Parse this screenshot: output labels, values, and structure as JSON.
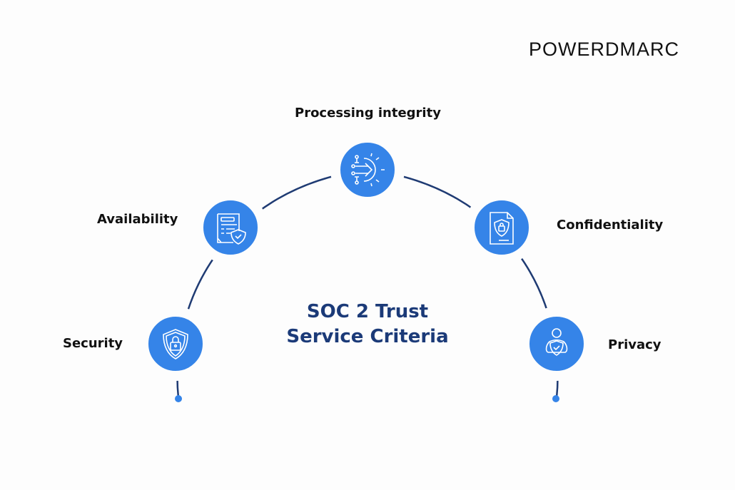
{
  "logo": {
    "text": "POWERDMARC"
  },
  "title": {
    "line1": "SOC 2 Trust",
    "line2": "Service Criteria"
  },
  "criteria": [
    {
      "label": "Security",
      "icon": "shield-lock-icon"
    },
    {
      "label": "Availability",
      "icon": "document-shield-icon"
    },
    {
      "label": "Processing integrity",
      "icon": "gear-circuit-icon"
    },
    {
      "label": "Confidentiality",
      "icon": "document-lock-icon"
    },
    {
      "label": "Privacy",
      "icon": "person-shield-icon"
    }
  ],
  "colors": {
    "circle": "#3584e8",
    "line": "#1f3b73",
    "title": "#1b3a78"
  }
}
